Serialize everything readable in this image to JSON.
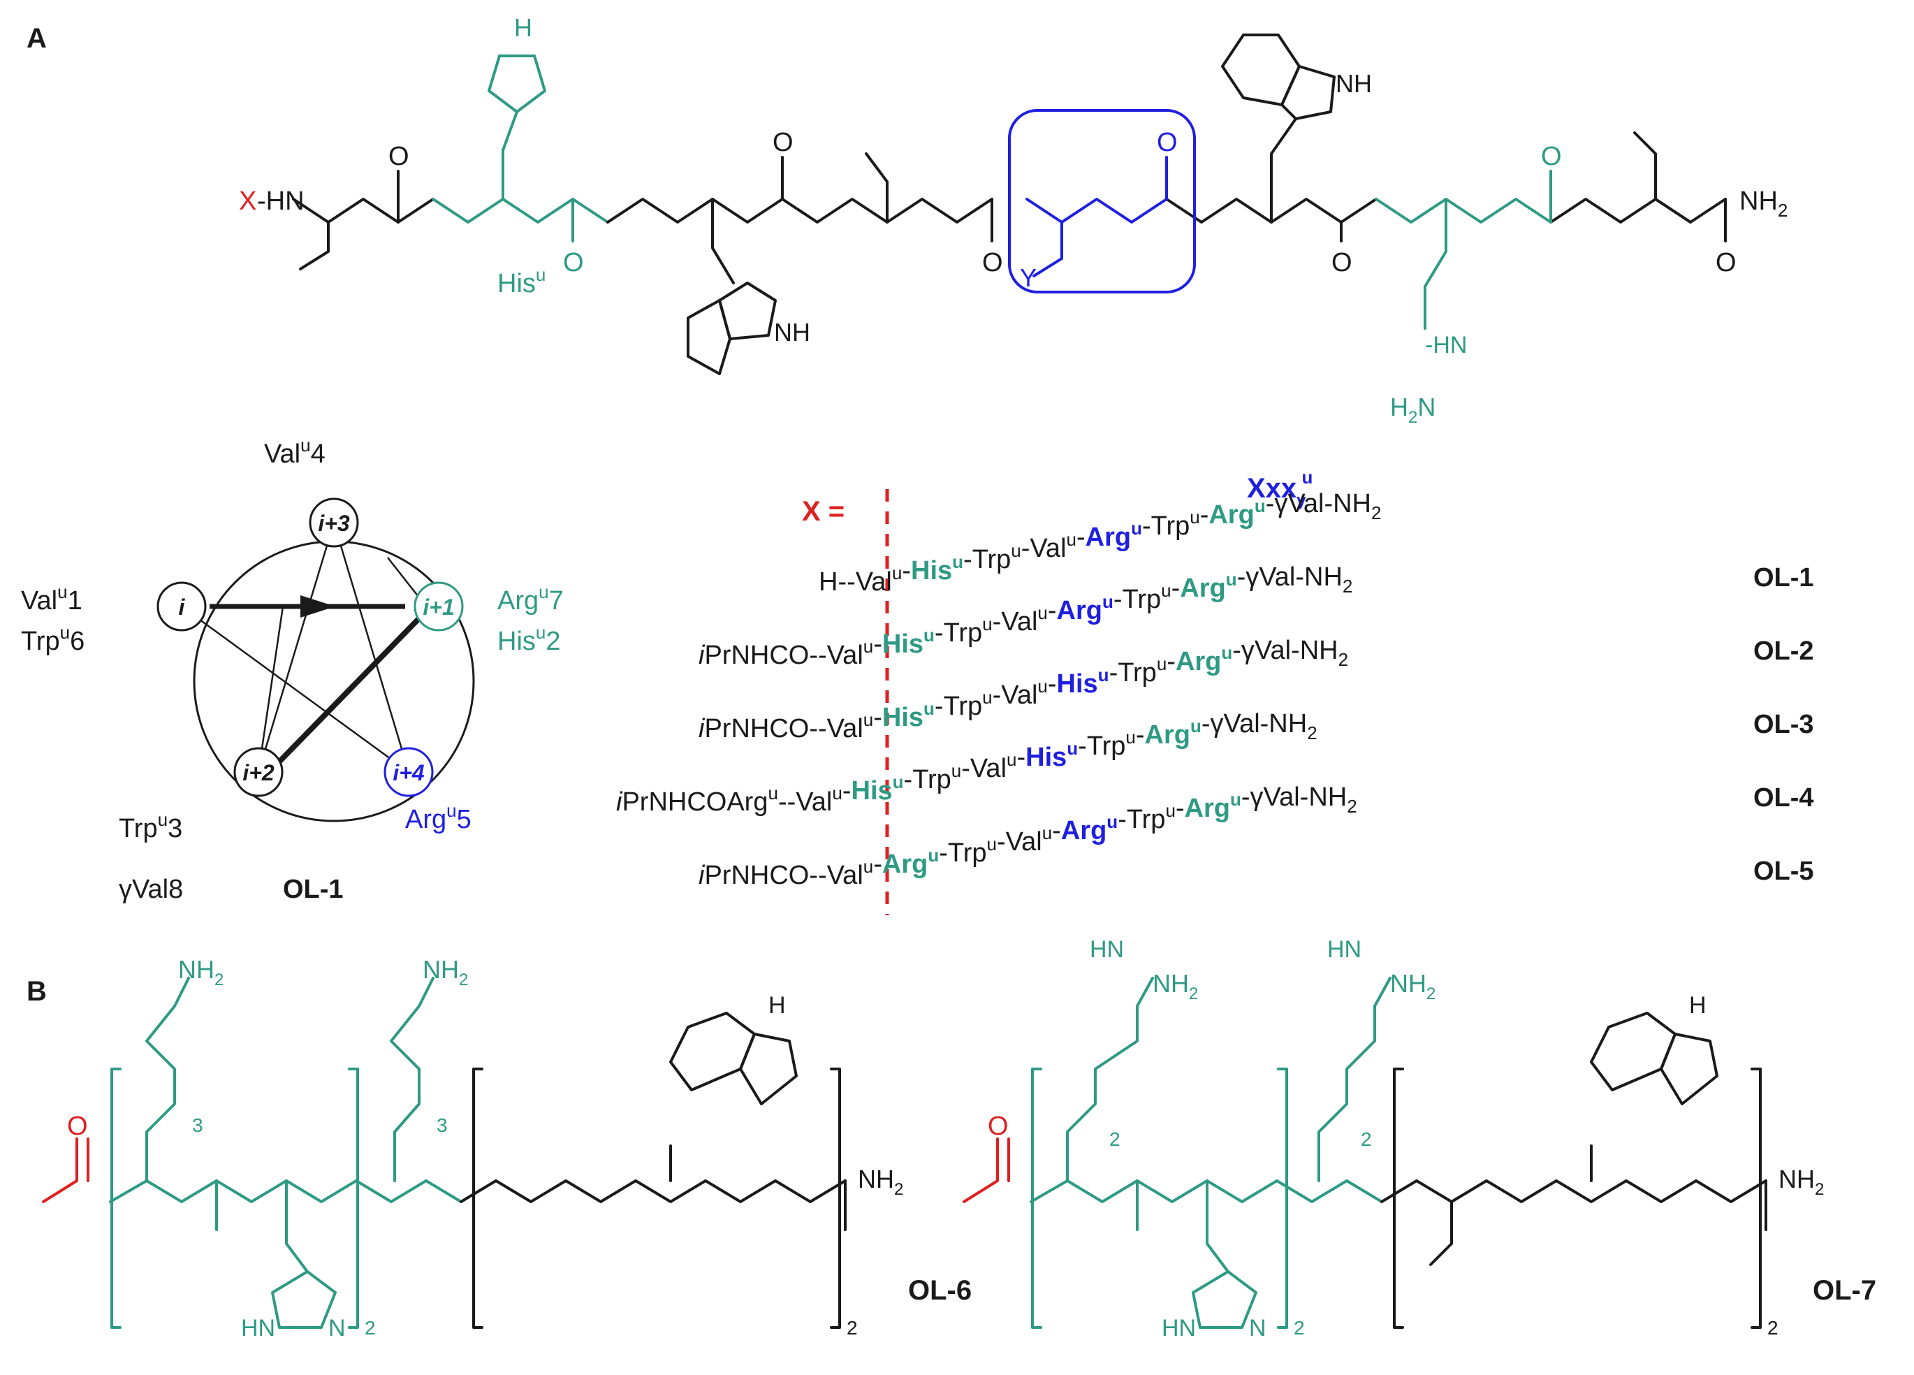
{
  "panels": {
    "a": "A",
    "b": "B"
  },
  "colors": {
    "ink": "#1a1a1a",
    "teal": "#2e9a84",
    "blue": "#1f1fe0",
    "red": "#e02020"
  },
  "structure_a": {
    "x": "X",
    "hn": "-HN",
    "o": "O",
    "h": "H",
    "nh": "NH",
    "nh2": "NH",
    "sub2": "2",
    "y": "Y",
    "his_label": "His",
    "sup_u": "u",
    "h2n": "H",
    "n": "N"
  },
  "wheel": {
    "title": "OL-1",
    "nodes": [
      "i",
      "i+1",
      "i+2",
      "i+3",
      "i+4"
    ],
    "label_val4": "Val",
    "label_val4_num": "4",
    "label_val1": "Val",
    "label_val1_num": "1",
    "label_trp6": "Trp",
    "label_trp6_num": "6",
    "label_arg7": "Arg",
    "label_arg7_num": "7",
    "label_his2": "His",
    "label_his2_num": "2",
    "label_trp3": "Trp",
    "label_trp3_num": "3",
    "label_gval8": "γVal8",
    "label_arg5": "Arg",
    "label_arg5_num": "5",
    "sup": "u"
  },
  "sequences": {
    "x_eq": "X =",
    "xxx": "Xxx",
    "xxx_sub": "y",
    "xxx_sup": "u",
    "rows": [
      {
        "prefix": "H-",
        "seq": [
          "Val",
          "His",
          "Trp",
          "Val",
          "Arg",
          "Trp",
          "Arg"
        ],
        "name": "OL-1"
      },
      {
        "prefix": "PrNHCO-",
        "seq": [
          "Val",
          "His",
          "Trp",
          "Val",
          "Arg",
          "Trp",
          "Arg"
        ],
        "name": "OL-2"
      },
      {
        "prefix": "PrNHCO-",
        "seq": [
          "Val",
          "His",
          "Trp",
          "Val",
          "His",
          "Trp",
          "Arg"
        ],
        "name": "OL-3"
      },
      {
        "prefix": "PrNHCO-Arg",
        "seq": [
          "Val",
          "His",
          "Trp",
          "Val",
          "His",
          "Trp",
          "Arg"
        ],
        "name": "OL-4"
      },
      {
        "prefix": "PrNHCO-",
        "seq": [
          "Val",
          "Arg",
          "Trp",
          "Val",
          "Arg",
          "Trp",
          "Arg"
        ],
        "name": "OL-5"
      }
    ],
    "tail": "-γVal-NH",
    "tail_sub": "2",
    "i_prefix": "i"
  },
  "structure_b": {
    "ol6": "OL-6",
    "ol7": "OL-7",
    "o": "O",
    "h": "H",
    "n": "N",
    "nh2": "NH",
    "sub2": "2",
    "sub3": "3",
    "hn": "HN",
    "hn_eq": "HN"
  }
}
